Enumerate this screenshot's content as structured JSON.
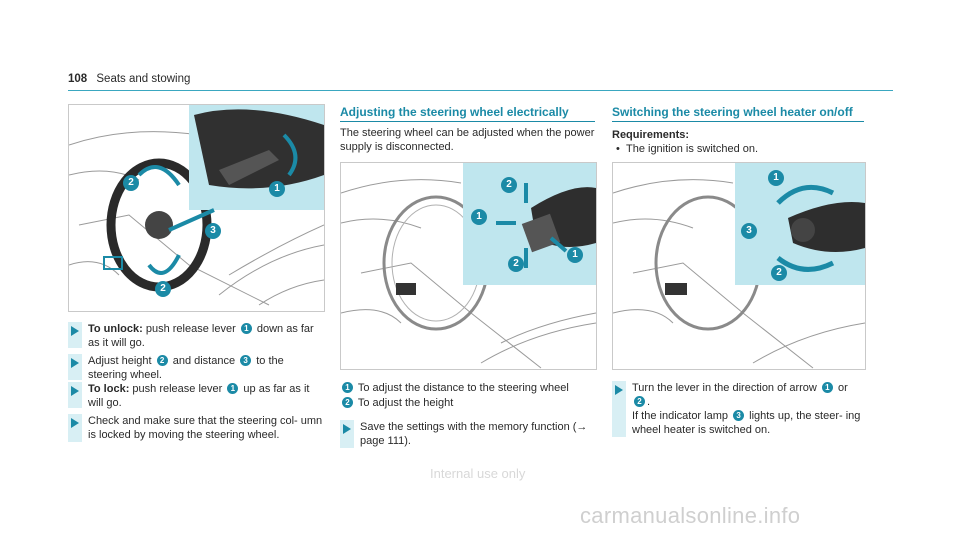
{
  "header": {
    "page_number": "108",
    "section": "Seats and stowing"
  },
  "col1": {
    "steps": [
      {
        "bold": "To unlock:",
        "pre": " push release lever ",
        "b1": "1",
        "post": " down as far as it will go."
      },
      {
        "pre": "Adjust height ",
        "b1": "2",
        "mid": " and distance ",
        "b2": "3",
        "post": " to the steering wheel."
      },
      {
        "bold": "To lock:",
        "pre": " push release lever ",
        "b1": "1",
        "post": " up as far as it will go."
      },
      {
        "pre": "Check and make sure that the steering col- umn is locked by moving the steering wheel."
      }
    ],
    "figure_callouts": [
      "1",
      "2",
      "3",
      "2"
    ]
  },
  "col2": {
    "heading": "Adjusting the steering wheel electrically",
    "intro": "The steering wheel can be adjusted when the power supply is disconnected.",
    "legend": [
      {
        "num": "1",
        "text": "To adjust the distance to the steering wheel"
      },
      {
        "num": "2",
        "text": "To adjust the height"
      }
    ],
    "step": "Save the settings with the memory function (→ page 111).",
    "figure_callouts": [
      "2",
      "1",
      "1",
      "2"
    ]
  },
  "col3": {
    "heading": "Switching the steering wheel heater on/off",
    "req_label": "Requirements:",
    "req_item": "The ignition is switched on.",
    "step_pre": "Turn the lever in the direction of arrow ",
    "b1": "1",
    "step_mid": " or ",
    "b2": "2",
    "step_mid2": ".",
    "step_post_pre": "If the indicator lamp ",
    "b3": "3",
    "step_post": " lights up, the steer- ing wheel heater is switched on.",
    "figure_callouts": [
      "1",
      "3",
      "2"
    ]
  },
  "watermark": "Internal use only",
  "site": "carmanualsonline.info",
  "colors": {
    "accent": "#1b8aa6",
    "inset": "#bfe6ee",
    "rule": "#3aa7c0"
  }
}
